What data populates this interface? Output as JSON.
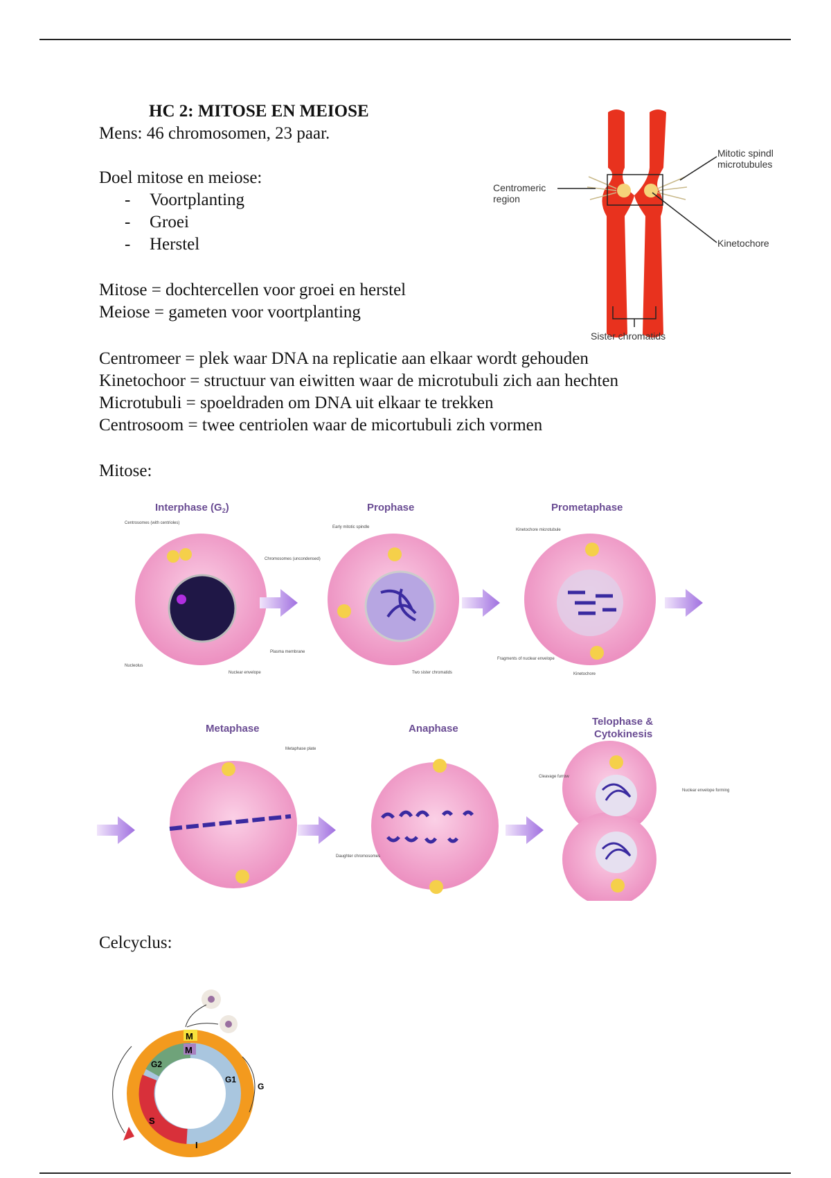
{
  "title": "HC 2: MITOSE EN MEIOSE",
  "intro": "Mens: 46 chromosomen, 23 paar.",
  "doel": {
    "heading": "Doel mitose en meiose:",
    "items": [
      "Voortplanting",
      "Groei",
      "Herstel"
    ],
    "bullet": "-"
  },
  "defs1": [
    "Mitose = dochtercellen voor groei en herstel",
    "Meiose = gameten voor voortplanting"
  ],
  "defs2": [
    "Centromeer = plek waar DNA na replicatie aan elkaar wordt gehouden",
    "Kinetochoor = structuur van eiwitten waar de microtubuli zich aan hechten",
    "Microtubuli = spoeldraden om DNA uit elkaar te trekken",
    "Centrosoom = twee centriolen waar de micortubuli zich vormen"
  ],
  "mitose_heading": "Mitose:",
  "celcyclus_heading": "Celcyclus:",
  "chromosome_fig": {
    "centromeric1": "Centromeric",
    "centromeric2": "region",
    "spindle1": "Mitotic spindl",
    "spindle2": "microtubules",
    "kinetochore": "Kinetochore",
    "sister": "Sister chromatids"
  },
  "mitosis_fig": {
    "phases": [
      "Interphase (G",
      "Prophase",
      "Prometaphase",
      "Metaphase",
      "Anaphase",
      "Telophase &",
      "Cytokinesis"
    ],
    "g2_sub": "2",
    "labels": {
      "centrosomes": "Centrosomes (with centrioles)",
      "chromosomes": "Chromosomes (uncondensed)",
      "nucleolus": "Nucleolus",
      "nuclear_envelope": "Nuclear envelope",
      "plasma": "Plasma membrane",
      "early_spindle": "Early mitotic spindle",
      "sister": "Two sister chromatids",
      "kt_mt": "Kinetochore microtubule",
      "fragments": "Fragments of nuclear envelope",
      "kinetochore": "Kinetochore",
      "plate": "Metaphase plate",
      "daughter": "Daughter chromosomes",
      "cleavage": "Cleavage furrow",
      "ne_forming": "Nuclear envelope forming"
    }
  },
  "cycle_fig": {
    "M_outer": "M",
    "M_inner": "M",
    "G2": "G2",
    "G1": "G1",
    "G0": "G",
    "S": "S",
    "I": "I"
  }
}
